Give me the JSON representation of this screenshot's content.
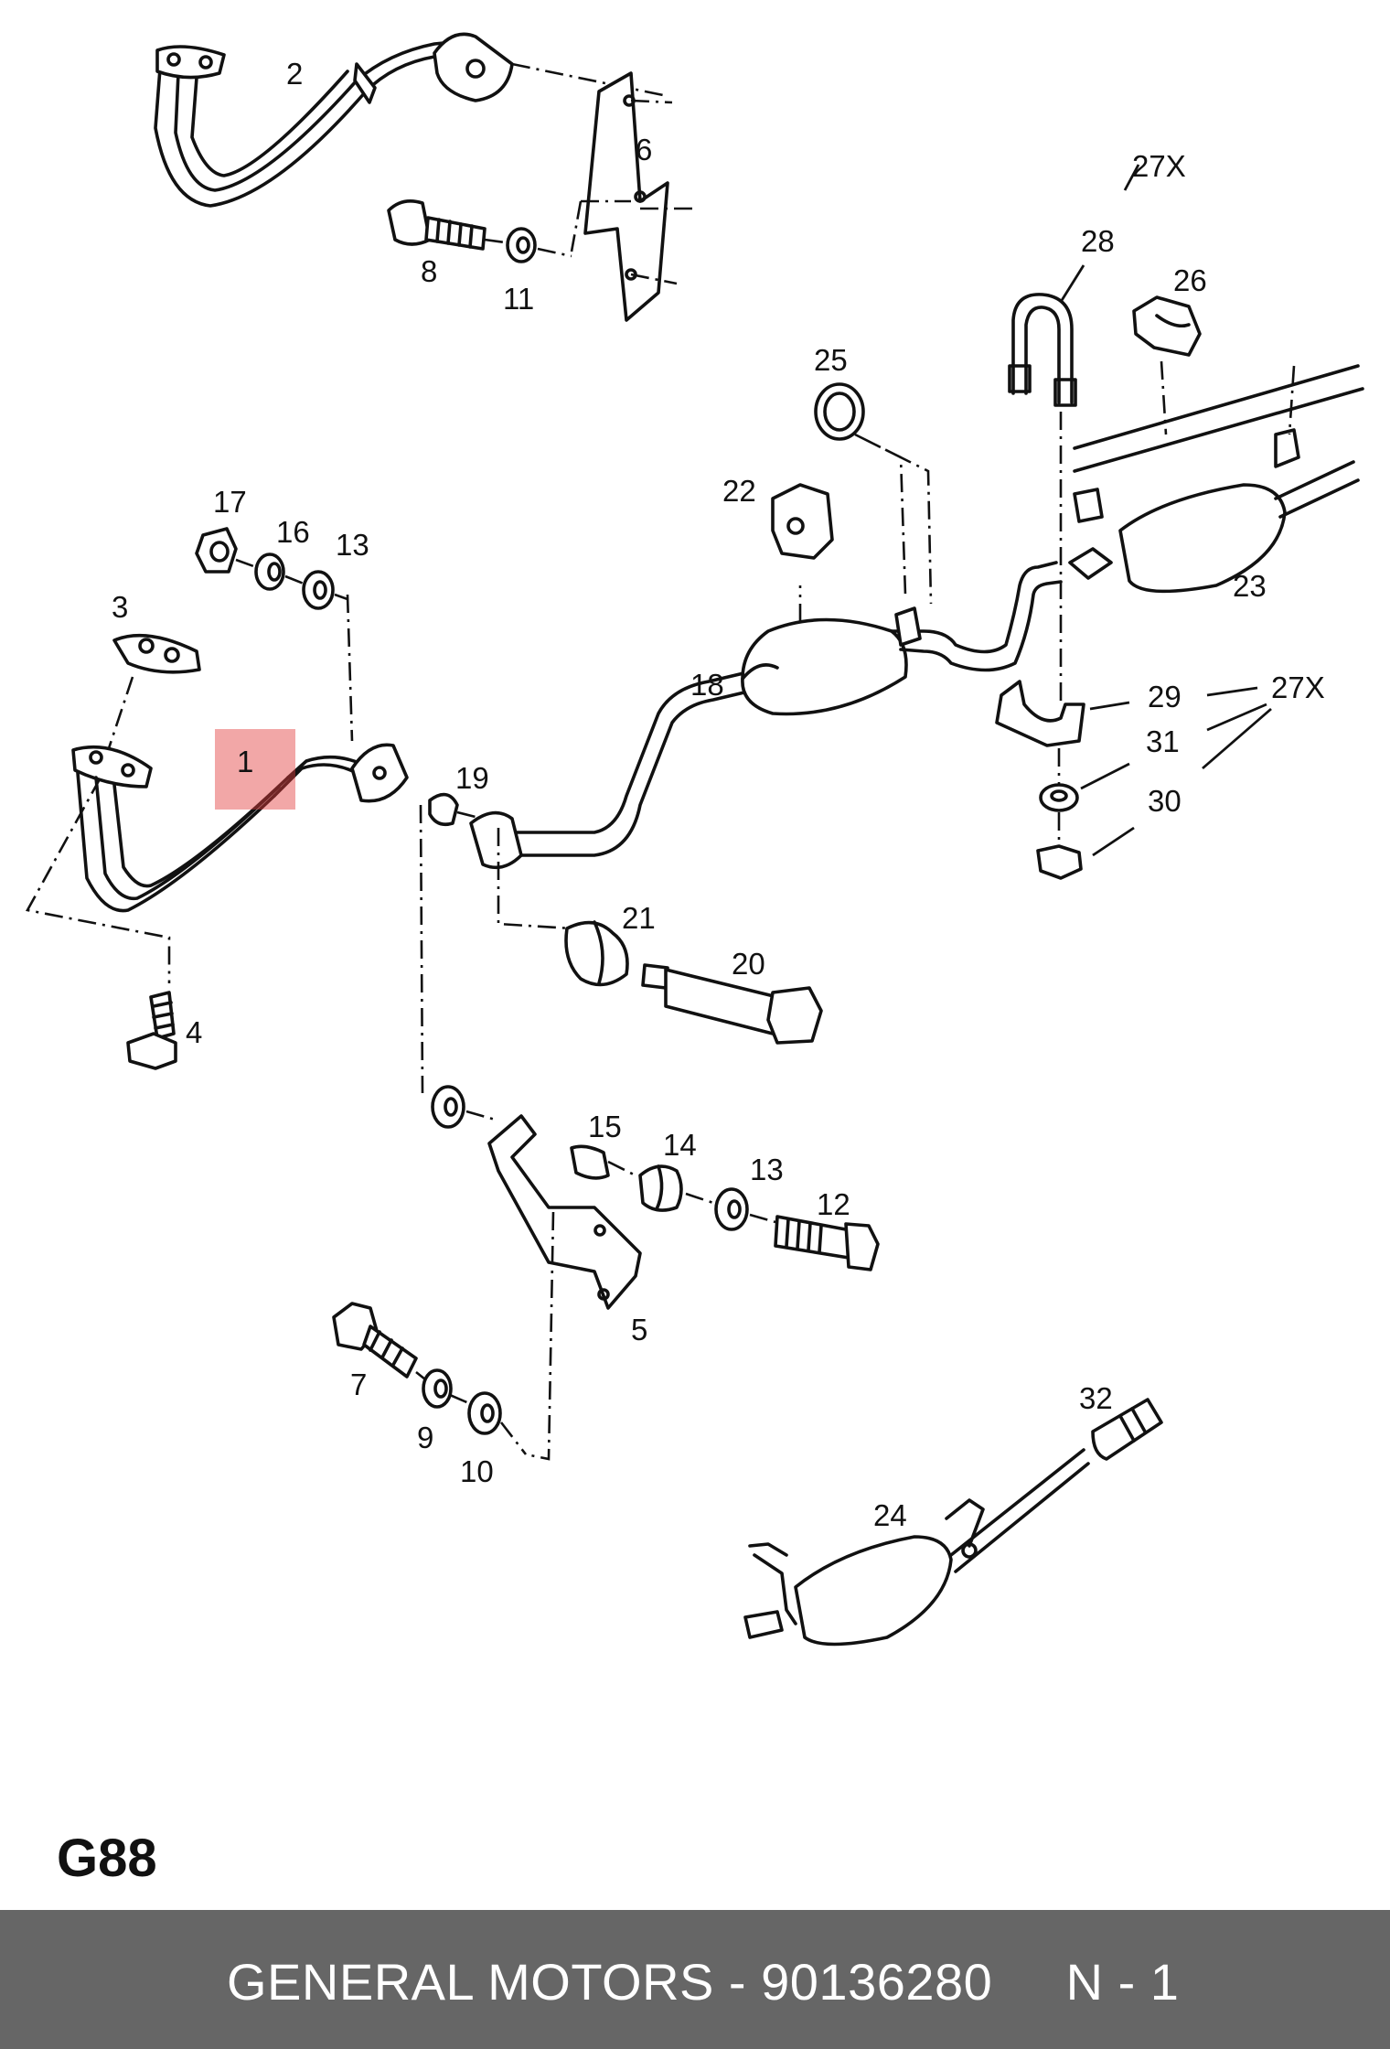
{
  "diagram": {
    "code": "G88",
    "highlighted_part": "1",
    "highlight_color": "#e23b3b",
    "callouts": [
      "1",
      "2",
      "3",
      "4",
      "5",
      "6",
      "7",
      "8",
      "9",
      "10",
      "11",
      "12",
      "13",
      "13",
      "14",
      "15",
      "16",
      "17",
      "18",
      "19",
      "20",
      "21",
      "22",
      "23",
      "24",
      "25",
      "26",
      "27X",
      "27X",
      "28",
      "29",
      "30",
      "31",
      "32"
    ]
  },
  "footer": {
    "text": "GENERAL MOTORS - 90136280     N - 1",
    "background": "#666666",
    "color": "#ffffff"
  }
}
